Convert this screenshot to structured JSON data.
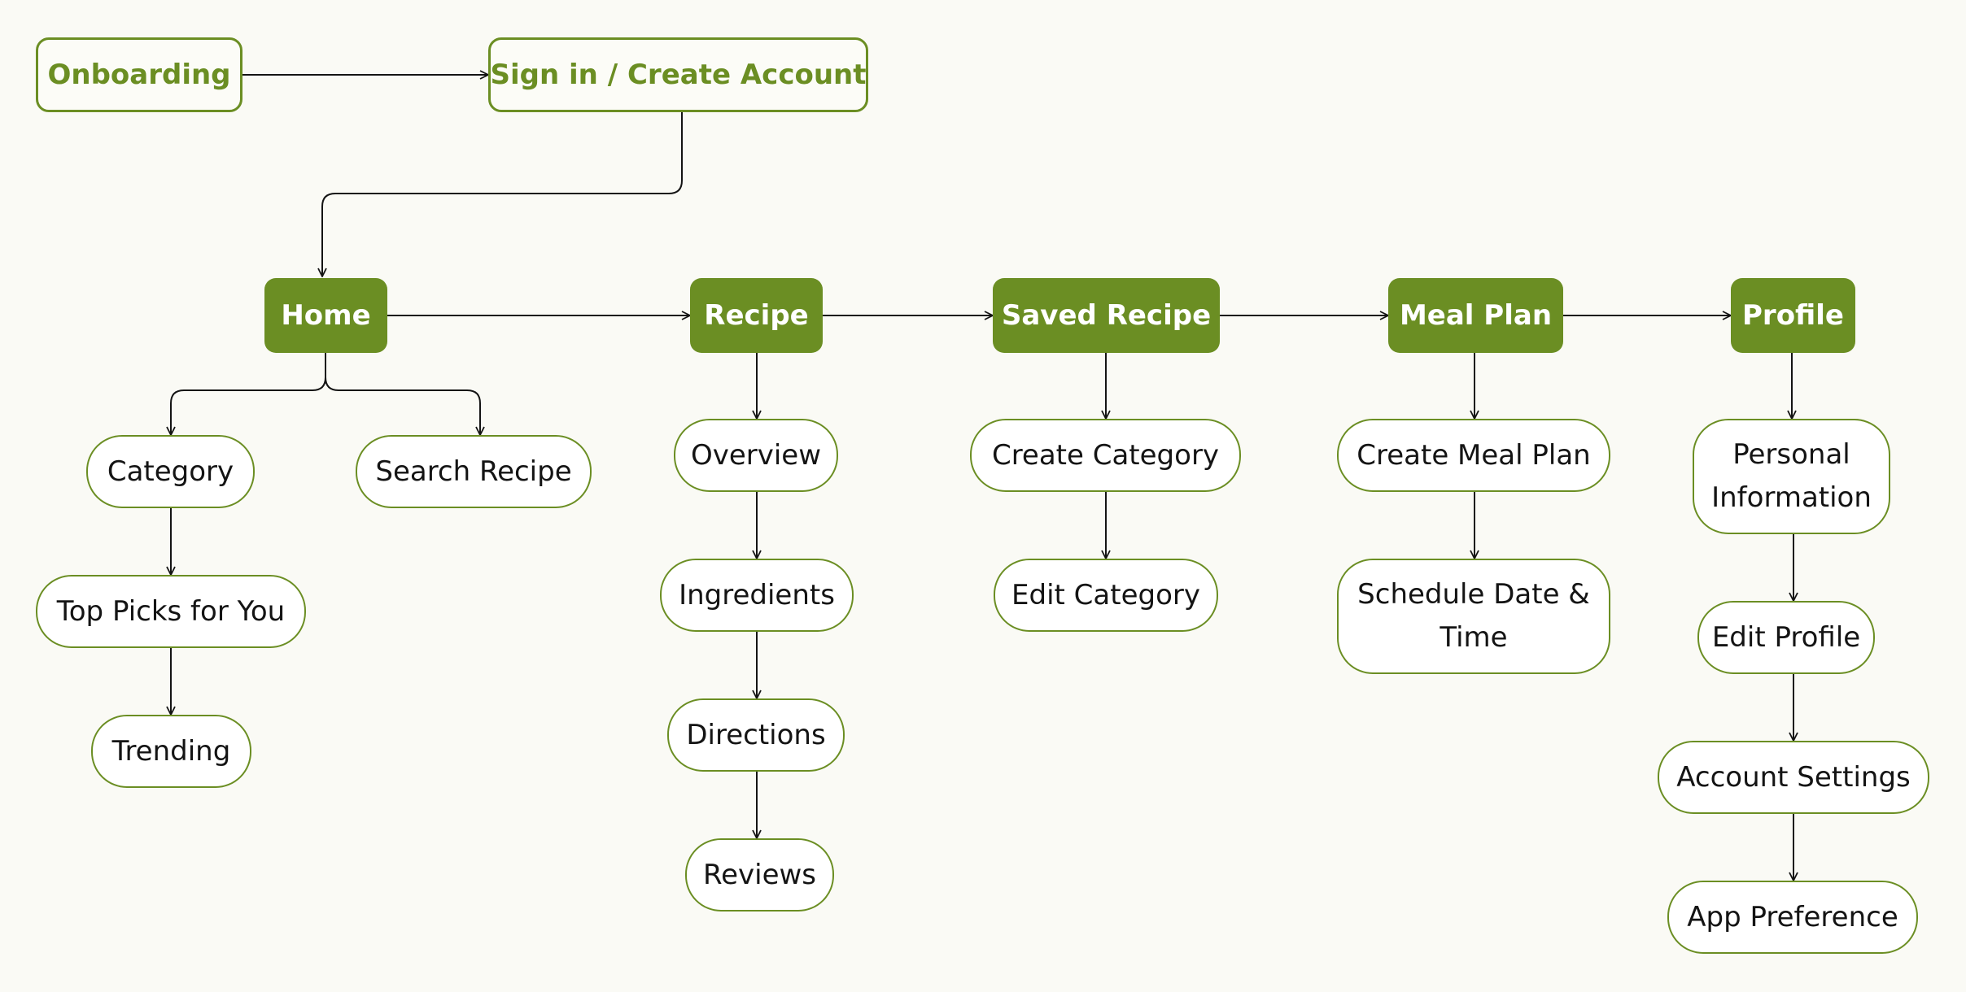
{
  "colors": {
    "accent": "#6b8e23",
    "text": "#141414",
    "background": "#fafaf5"
  },
  "nodes": {
    "onboarding": "Onboarding",
    "sign_in": "Sign in / Create Account",
    "home": "Home",
    "recipe": "Recipe",
    "saved_recipe": "Saved Recipe",
    "meal_plan": "Meal Plan",
    "profile": "Profile",
    "category": "Category",
    "search_recipe": "Search Recipe",
    "top_picks": "Top Picks for You",
    "trending": "Trending",
    "overview": "Overview",
    "ingredients": "Ingredients",
    "directions": "Directions",
    "reviews": "Reviews",
    "create_category": "Create Category",
    "edit_category": "Edit Category",
    "create_meal_plan": "Create Meal Plan",
    "schedule_line1": "Schedule Date &",
    "schedule_line2": "Time",
    "personal_line1": "Personal",
    "personal_line2": "Information",
    "edit_profile": "Edit Profile",
    "account_settings": "Account Settings",
    "app_preference": "App Preference"
  }
}
